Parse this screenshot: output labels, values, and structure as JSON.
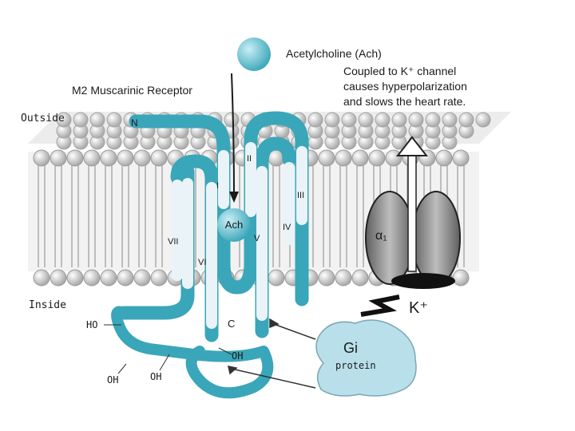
{
  "title": "M2 Muscarinic Receptor",
  "ligand": {
    "name": "Acetylcholine (Ach)",
    "bound_label": "Ach"
  },
  "note_lines": [
    "Coupled to K⁺ channel",
    "causes hyperpolarization",
    "and slows the heart rate."
  ],
  "regions": {
    "outside": "Outside",
    "inside": "Inside"
  },
  "termini": {
    "n": "N",
    "c": "C"
  },
  "helices": [
    "I",
    "II",
    "III",
    "IV",
    "V",
    "VI",
    "VII"
  ],
  "hydroxyls": {
    "ho": "HO",
    "oh": "OH"
  },
  "channel": {
    "subunit": "α₁",
    "ion": "K⁺"
  },
  "g_protein": {
    "name": "Gi",
    "sub": "protein"
  },
  "colors": {
    "receptor": "#3aa6b9",
    "receptor_light": "#e8f1f5",
    "ligand": "#7ec8d9",
    "lipid": "#d7d7d7",
    "channel": "#8a8a8a",
    "g_protein": "#b9e0ea"
  }
}
